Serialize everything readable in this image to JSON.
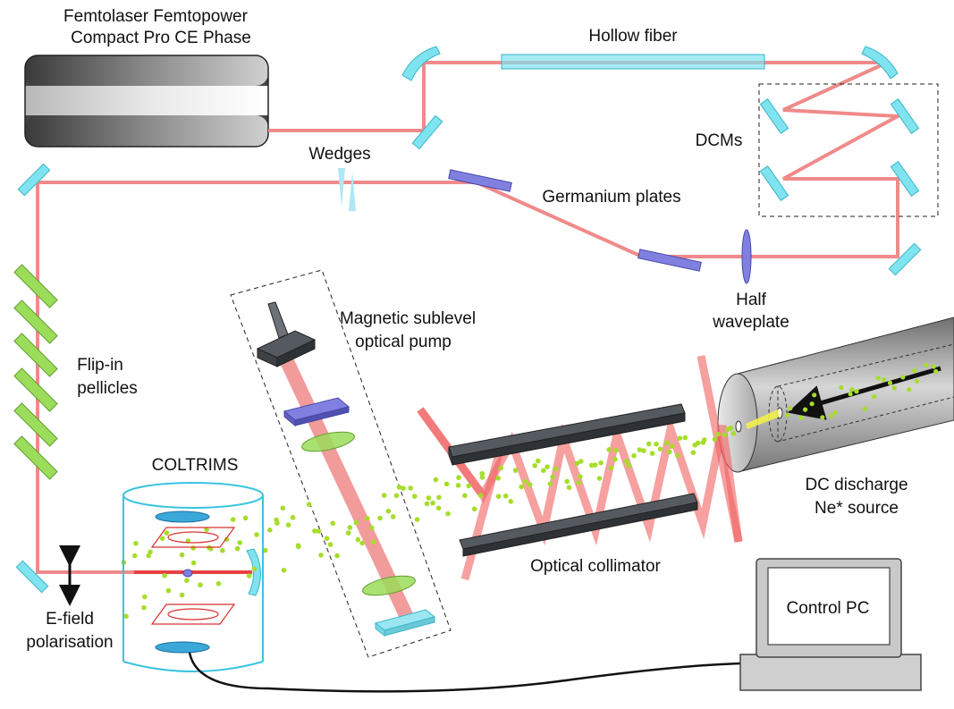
{
  "labels": {
    "laser_line1": "Femtolaser Femtopower",
    "laser_line2": "Compact Pro CE Phase",
    "hollow_fiber": "Hollow fiber",
    "dcms": "DCMs",
    "wedges": "Wedges",
    "germanium_plates": "Germanium plates",
    "half_line1": "Half",
    "half_line2": "waveplate",
    "msop_line1": "Magnetic sublevel",
    "msop_line2": "optical pump",
    "flipin_line1": "Flip-in",
    "flipin_line2": "pellicles",
    "coltrims": "COLTRIMS",
    "dc_line1": "DC discharge",
    "dc_line2": "Ne* source",
    "optical_collimator": "Optical collimator",
    "control_pc": "Control PC",
    "efield_line1": "E-field",
    "efield_line2": "polarisation"
  },
  "colors": {
    "beam": "#f08a8a",
    "beam_dark": "#e85555",
    "mirror": "#7fe3f0",
    "pellicle": "#9bdc5a",
    "germanium": "#8080e0",
    "atoms": "#a6dd2a",
    "metal": "#555a60"
  }
}
